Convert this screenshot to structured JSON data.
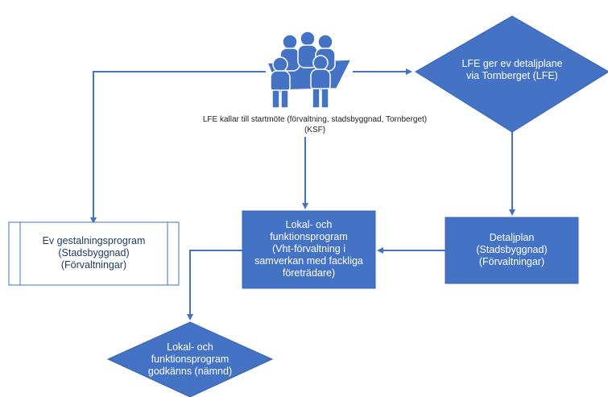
{
  "colors": {
    "shape_fill": "#4472c4",
    "shape_stroke": "#3a64b0",
    "connector": "#4472c4",
    "predefined_fill": "#ffffff",
    "predefined_text": "#1f3b64"
  },
  "meeting": {
    "icon": "people-group-icon",
    "caption_lines": [
      "LFE kallar till startmöte (förvaltning, stadsbyggnad,",
      "Tornberget) (KSF)"
    ]
  },
  "nodes": {
    "detaljplan_decision": {
      "lines": [
        "LFE ger ev detaljplane",
        "via Tornberget (LFE)"
      ]
    },
    "gestaltningsprogram": {
      "lines": [
        "Ev gestalningsprogram",
        "(Stadsbyggnad)",
        "(Förvaltningar)"
      ]
    },
    "lokal_program": {
      "lines": [
        "Lokal- och",
        "funktionsprogram",
        "(Vht-förvaltning i",
        "samverkan med fackliga",
        "företrädare)"
      ]
    },
    "detaljplan": {
      "lines": [
        "Detaljplan",
        "(Stadsbyggnad)",
        "(Förvaltningar)"
      ]
    },
    "godkanns": {
      "lines": [
        "Lokal- och",
        "funktionsprogram",
        "godkänns (nämnd)"
      ]
    }
  }
}
